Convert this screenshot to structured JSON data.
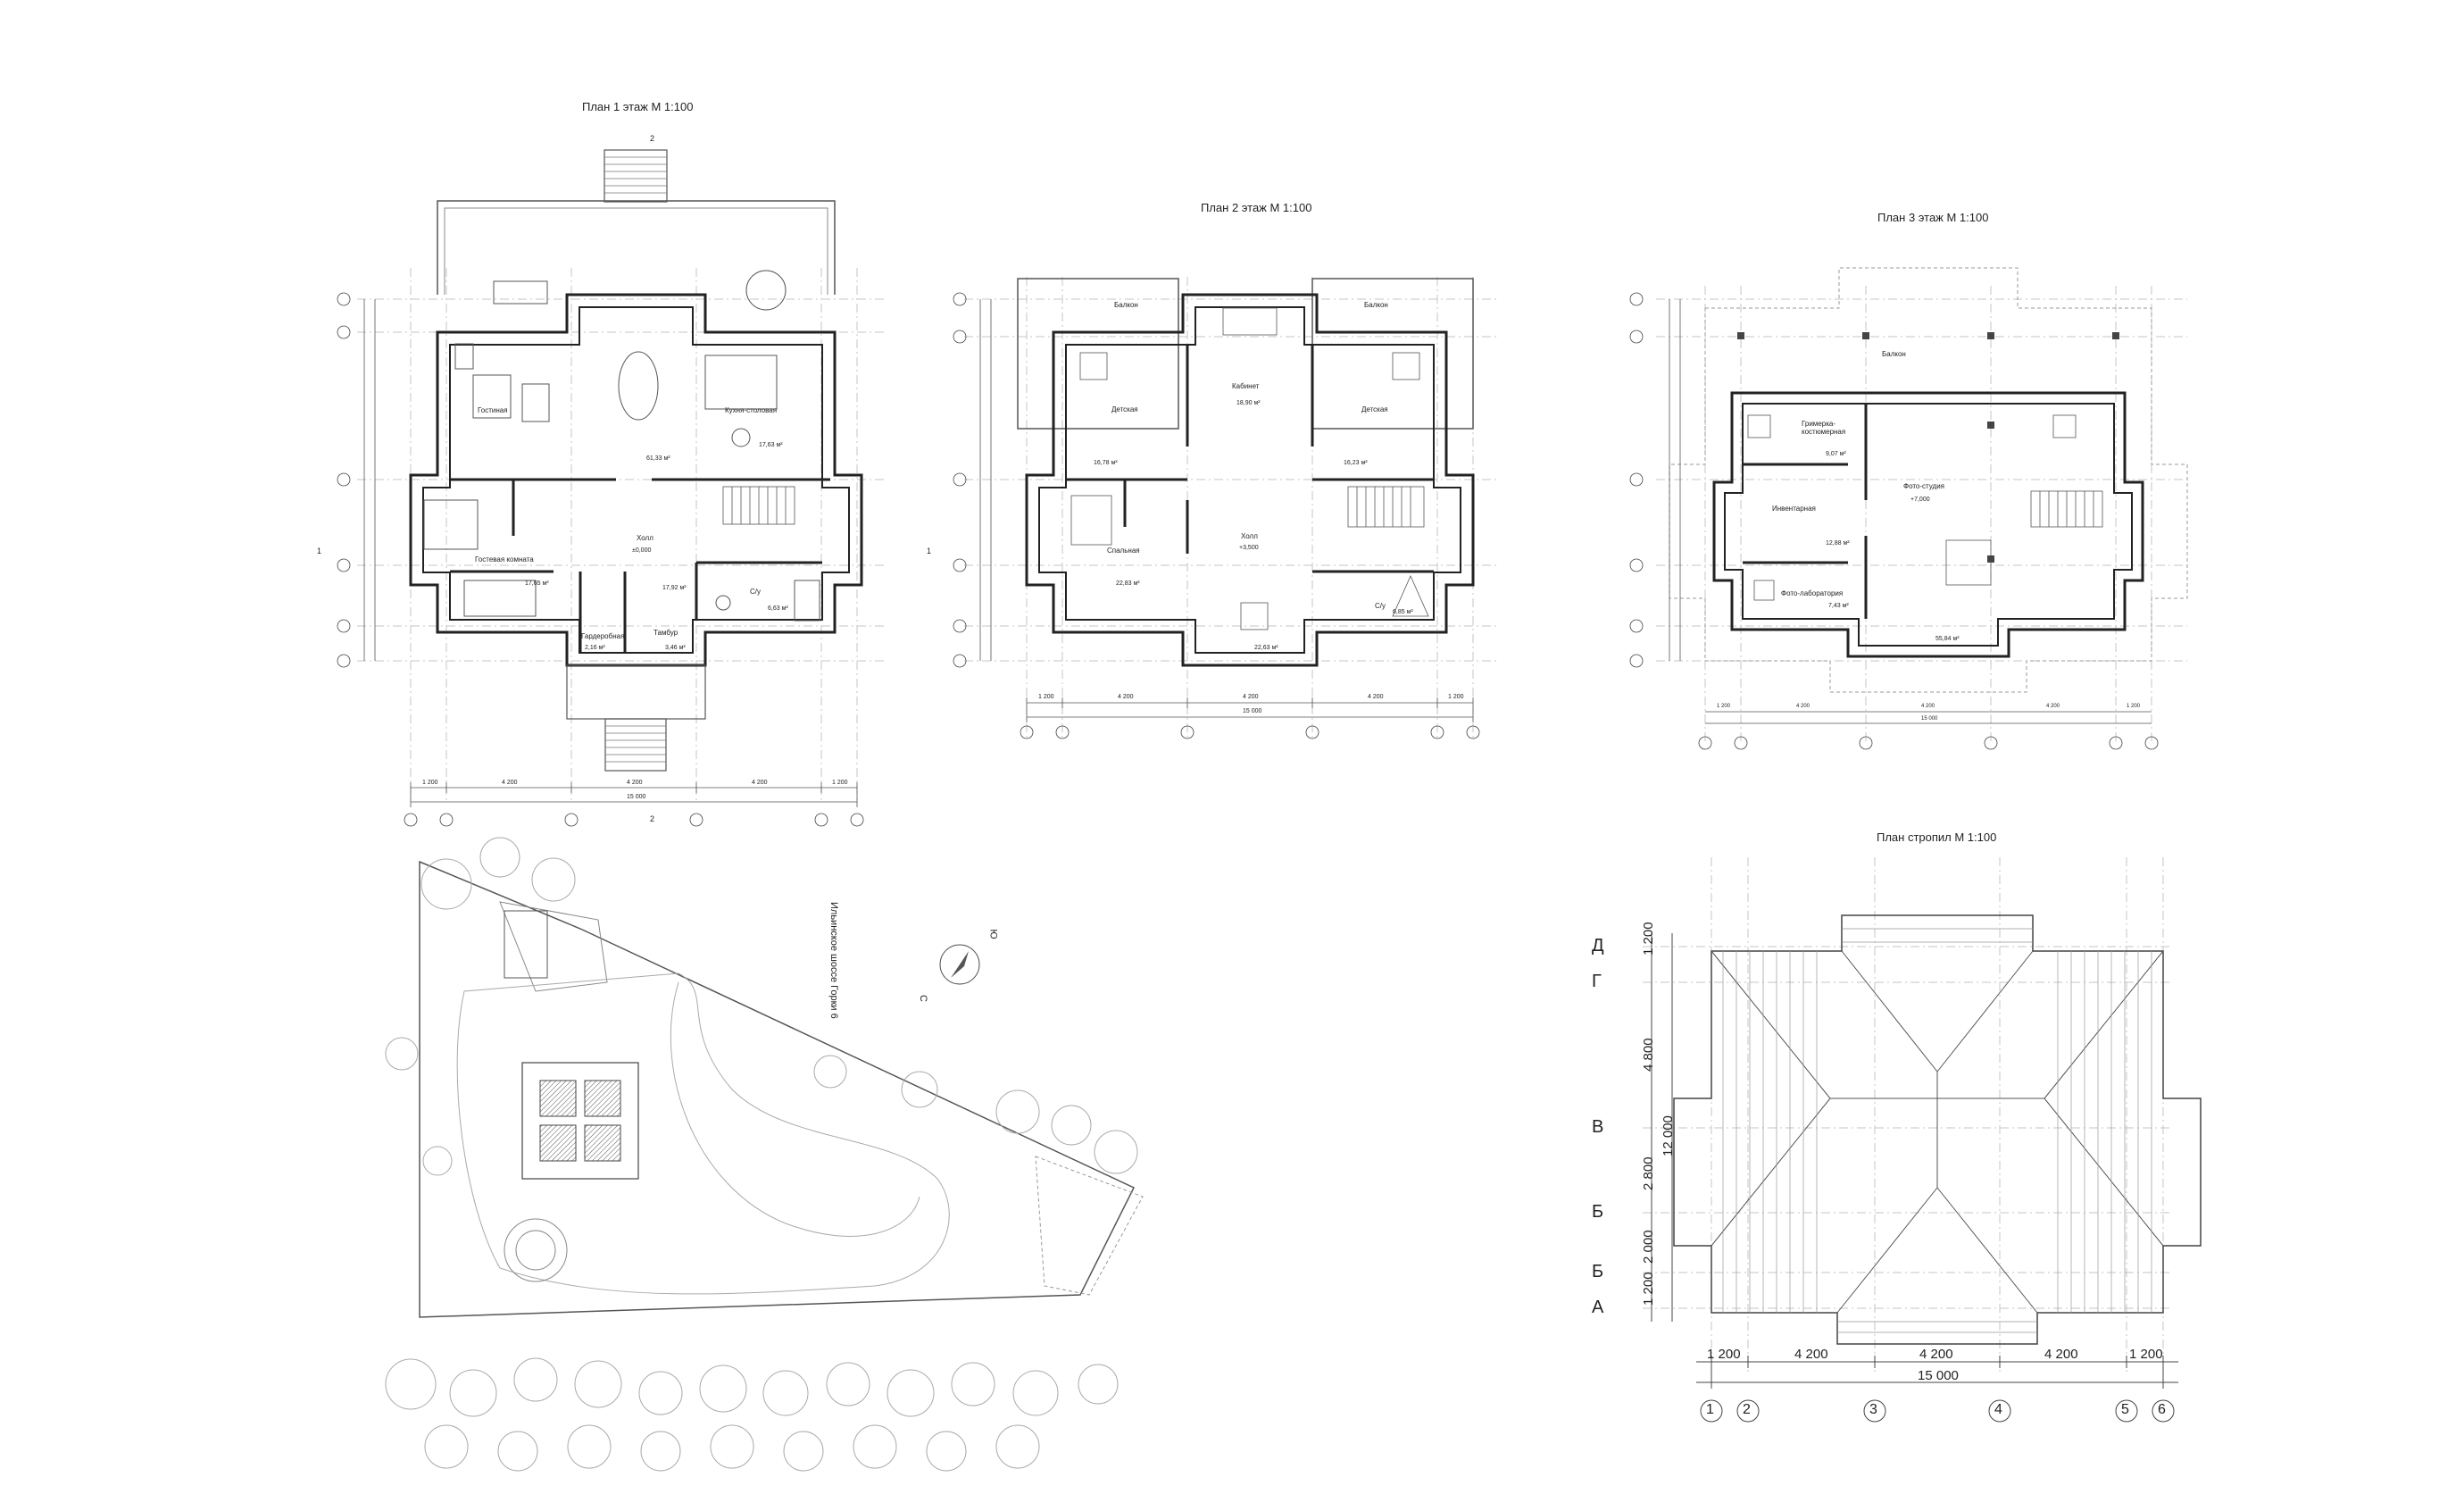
{
  "titles": {
    "plan1": "План 1 этаж М 1:100",
    "plan2": "План 2 этаж М 1:100",
    "plan3": "План 3 этаж М 1:100",
    "roof": "План стропил М 1:100"
  },
  "axes": {
    "rows": [
      "Д",
      "Г",
      "В",
      "Б",
      "Б",
      "А"
    ],
    "cols": [
      "1",
      "2",
      "3",
      "4",
      "5",
      "6"
    ]
  },
  "dims": {
    "cols": [
      "1 200",
      "4 200",
      "4 200",
      "4 200",
      "1 200"
    ],
    "total_x": "15 000",
    "rows": [
      "1 200",
      "4 800",
      "2 800",
      "2 000",
      "1 200"
    ],
    "total_y": "12 000"
  },
  "section_marks": {
    "cut1": "1",
    "cut2": "2"
  },
  "plan1": {
    "rooms": [
      {
        "name": "Гостиная"
      },
      {
        "name": "Кухня-столовая"
      },
      {
        "name": "Холл",
        "level": "±0,000"
      },
      {
        "name": "Гостевая комната"
      },
      {
        "name": "С/у"
      },
      {
        "name": "Гардеробная"
      },
      {
        "name": "Тамбур"
      }
    ],
    "areas": [
      "61,33 м²",
      "17,63 м²",
      "17,92 м²",
      "17,65 м²",
      "6,63 м²",
      "2,16 м²",
      "3,46 м²"
    ]
  },
  "plan2": {
    "rooms": [
      {
        "name": "Балкон"
      },
      {
        "name": "Балкон"
      },
      {
        "name": "Детская"
      },
      {
        "name": "Кабинет"
      },
      {
        "name": "Детская"
      },
      {
        "name": "Спальная"
      },
      {
        "name": "Холл",
        "level": "+3,500"
      },
      {
        "name": "С/у"
      }
    ],
    "areas": [
      "16,78 м²",
      "18,90 м²",
      "16,23 м²",
      "22,83 м²",
      "22,63 м²",
      "6,85 м²"
    ]
  },
  "plan3": {
    "rooms": [
      {
        "name": "Балкон"
      },
      {
        "name": "Гримерка-костюмерная"
      },
      {
        "name": "Инвентарная"
      },
      {
        "name": "Фото-студия",
        "level": "+7,000"
      },
      {
        "name": "Фото-лаборатория"
      }
    ],
    "areas": [
      "9,07 м²",
      "12,88 м²",
      "7,43 м²",
      "55,84 м²"
    ]
  },
  "site": {
    "road_label": "Ильинское шоссе Горки 6",
    "compass": {
      "north": "Ю",
      "south": "С"
    }
  },
  "colors": {
    "line": "#333333",
    "thin": "#9a9a9a",
    "dash": "#b5b5b5",
    "bg": "#ffffff"
  }
}
